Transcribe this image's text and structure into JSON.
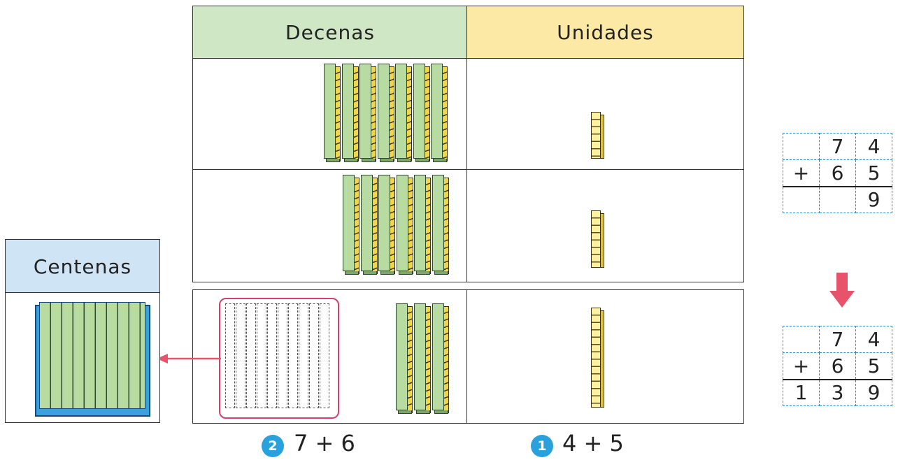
{
  "headers": {
    "decenas": "Decenas",
    "unidades": "Unidades",
    "centenas": "Centenas"
  },
  "problem_top": {
    "row1": [
      "",
      "7",
      "4"
    ],
    "row2": [
      "+",
      "6",
      "5"
    ],
    "row3": [
      "",
      "",
      "9"
    ]
  },
  "problem_bottom": {
    "row1": [
      "",
      "7",
      "4"
    ],
    "row2": [
      "+",
      "6",
      "5"
    ],
    "row3": [
      "1",
      "3",
      "9"
    ]
  },
  "steps": [
    {
      "number": "2",
      "expression": "7 + 6"
    },
    {
      "number": "1",
      "expression": "4 + 5"
    }
  ],
  "colors": {
    "arrow": "#e8536b",
    "step_circle": "#2aa1dd",
    "grid_dash": "#2a8dc9"
  },
  "icons": {
    "down_arrow": "down-arrow-icon",
    "left_arrow": "left-arrow-icon"
  }
}
